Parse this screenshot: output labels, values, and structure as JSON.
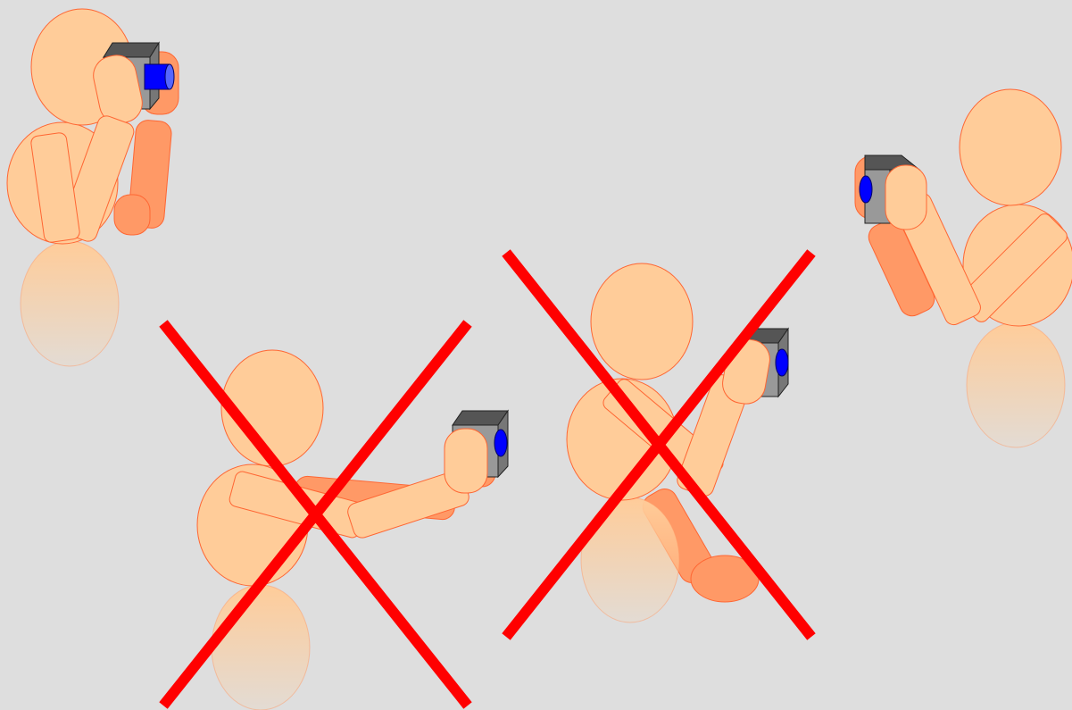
{
  "colors": {
    "background": "#dedede",
    "skin": "#ffcc99",
    "skin_shade": "#ff9966",
    "outline": "#ff6633",
    "camera_body": "#999999",
    "camera_top": "#555555",
    "lens": "#0000ff",
    "cross": "#ff0000"
  },
  "figures": [
    {
      "pose": "camera-at-eye-facing-right",
      "correct": true
    },
    {
      "pose": "camera-arm-extended-right",
      "correct": false
    },
    {
      "pose": "camera-raised-one-hand-twisted",
      "correct": false
    },
    {
      "pose": "camera-at-eye-facing-left",
      "correct": true
    }
  ]
}
